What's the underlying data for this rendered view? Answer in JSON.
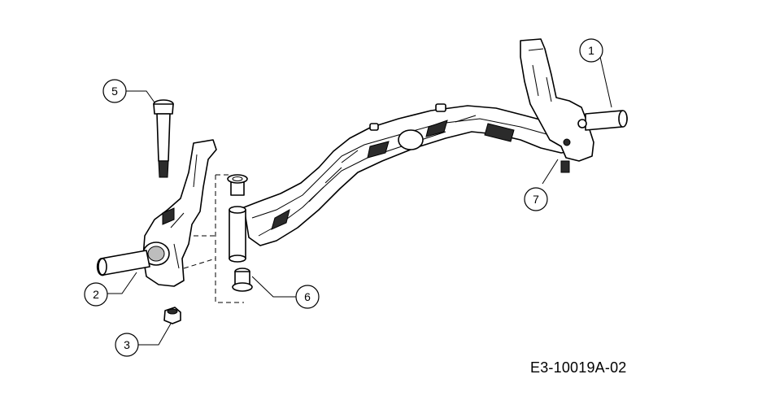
{
  "callouts": [
    "1",
    "2",
    "3",
    "5",
    "6",
    "7"
  ],
  "drawing_code": "E3-10019A-02"
}
